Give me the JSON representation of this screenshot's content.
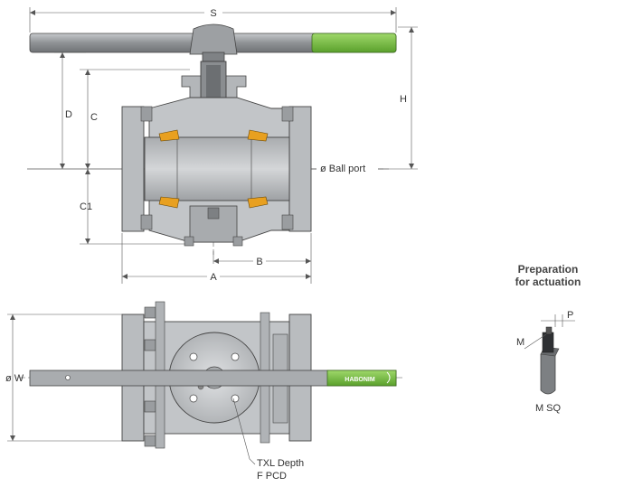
{
  "dimensions": {
    "S": "S",
    "H": "H",
    "D": "D",
    "C": "C",
    "C1": "C1",
    "B": "B",
    "A": "A",
    "ball_port": "ø Ball port",
    "W": "ø W"
  },
  "top_view": {
    "brand": "HABONIM",
    "txl_depth": "TXL Depth",
    "f_pcd": "F PCD"
  },
  "actuation": {
    "title_line1": "Preparation",
    "title_line2": "for actuation",
    "P": "P",
    "M": "M",
    "msq": "M SQ"
  },
  "colors": {
    "handle_grip": "#7dc242",
    "body_gray": "#b9bcbf",
    "dark_gray": "#8a8d90",
    "seat_orange": "#e8a020"
  }
}
